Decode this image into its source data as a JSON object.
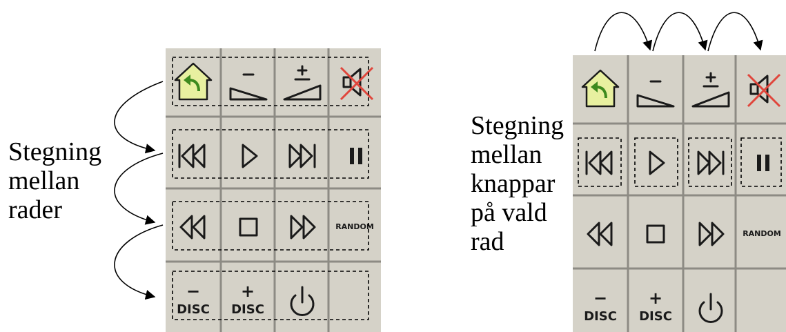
{
  "left_panel": {
    "caption_lines": [
      "Stegning",
      "mellan",
      "rader"
    ]
  },
  "right_panel": {
    "caption_lines": [
      "Stegning",
      "mellan",
      "knappar",
      "på vald",
      "rad"
    ]
  },
  "buttons": {
    "home": "home-icon",
    "volume_down": "volume-down-icon",
    "volume_down_sign": "−",
    "volume_up": "volume-up-icon",
    "volume_up_sign": "+",
    "mute": "mute-icon",
    "previous": "skip-previous-icon",
    "play": "play-icon",
    "next": "skip-next-icon",
    "pause": "pause-icon",
    "rewind": "rewind-icon",
    "stop": "stop-icon",
    "fast_forward": "fast-forward-icon",
    "random_label": "RANDOM",
    "disc_minus_sign": "−",
    "disc_minus_label": "DISC",
    "disc_plus_sign": "+",
    "disc_plus_label": "DISC",
    "power": "power-icon"
  },
  "colors": {
    "panel_bg": "#d5d2c8",
    "grid_line": "#8d8b84",
    "home_fill": "#e8f0a0",
    "home_arrow": "#3d8a1e",
    "mute_cross": "#e0463c"
  }
}
